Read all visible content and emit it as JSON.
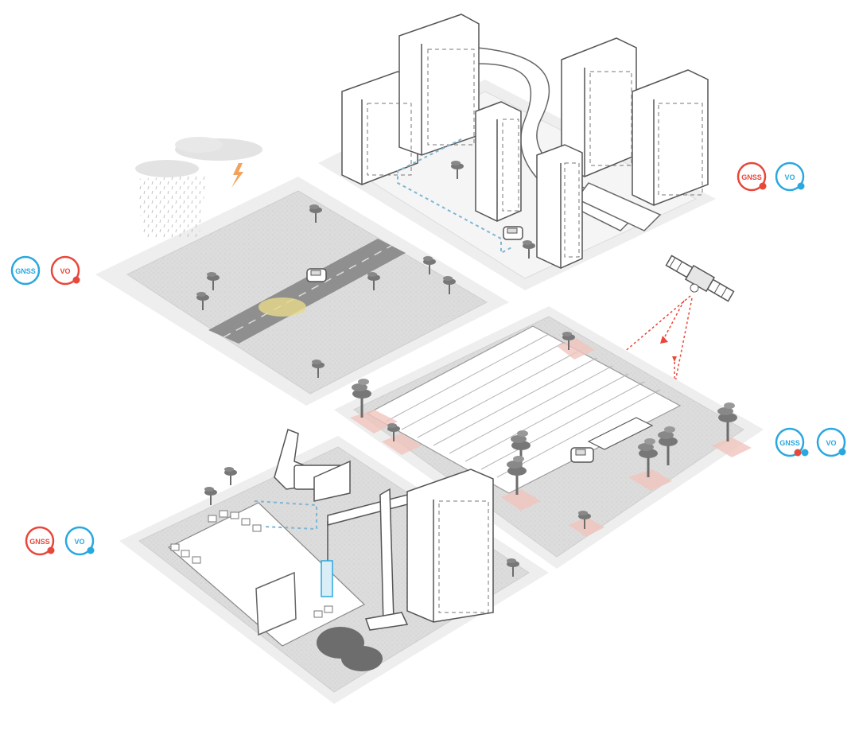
{
  "colors": {
    "gnss_active": "#e8473a",
    "vo_active": "#29a8e0",
    "ground": "#d9d9d9",
    "road": "#8f8f8f",
    "building_line": "#555555",
    "tree": "#6d6d6d",
    "path": "#7fb6d4",
    "signal": "#e8473a",
    "highlight": "#e9d98a"
  },
  "scenarios": [
    {
      "id": "rural-road",
      "gnss": {
        "label": "GNSS",
        "state": "good",
        "color": "#29a8e0"
      },
      "vo": {
        "label": "VO",
        "state": "degraded",
        "color": "#e8473a"
      }
    },
    {
      "id": "urban-canyon",
      "gnss": {
        "label": "GNSS",
        "state": "degraded",
        "color": "#e8473a"
      },
      "vo": {
        "label": "VO",
        "state": "good",
        "color": "#29a8e0"
      }
    },
    {
      "id": "orchard",
      "gnss": {
        "label": "GNSS",
        "state": "good",
        "color": "#29a8e0"
      },
      "vo": {
        "label": "VO",
        "state": "good",
        "color": "#29a8e0"
      }
    },
    {
      "id": "construction-site",
      "gnss": {
        "label": "GNSS",
        "state": "degraded",
        "color": "#e8473a"
      },
      "vo": {
        "label": "VO",
        "state": "good",
        "color": "#29a8e0"
      }
    }
  ]
}
